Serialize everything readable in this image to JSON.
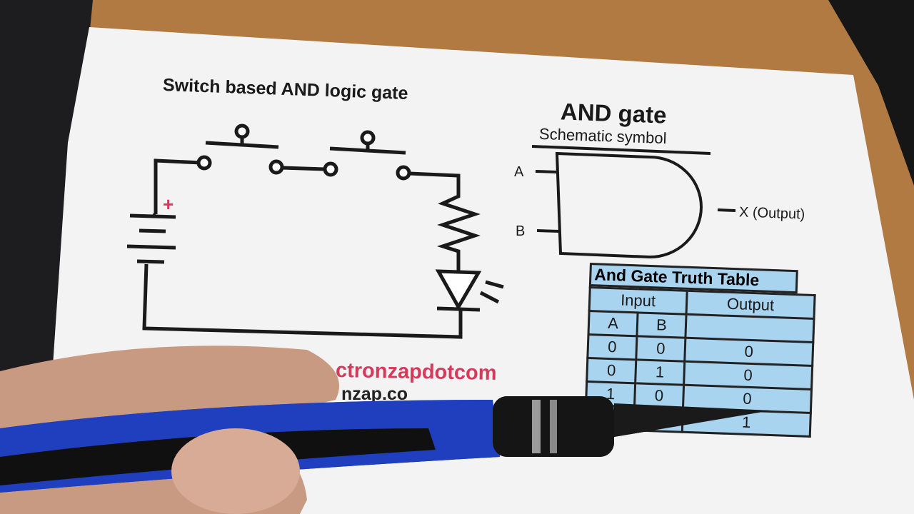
{
  "circuit_title": "Switch based AND logic gate",
  "battery_polarity": "+",
  "gate": {
    "title": "AND gate",
    "subtitle": "Schematic symbol",
    "input_a": "A",
    "input_b": "B",
    "output": "X (Output)"
  },
  "truth_table": {
    "title": "And Gate Truth Table",
    "group_headers": [
      "Input",
      "Output"
    ],
    "column_headers": [
      "A",
      "B",
      ""
    ],
    "rows": [
      [
        "0",
        "0",
        "0"
      ],
      [
        "0",
        "1",
        "0"
      ],
      [
        "1",
        "0",
        "0"
      ],
      [
        "",
        "",
        "1"
      ]
    ]
  },
  "website_partial": "ctronzapdotcom",
  "website_partial_2": "nzap.co",
  "colors": {
    "table_fill": "#a9d4f0",
    "website_red": "#d63a5a",
    "handle_blue": "#1f3fbf"
  }
}
